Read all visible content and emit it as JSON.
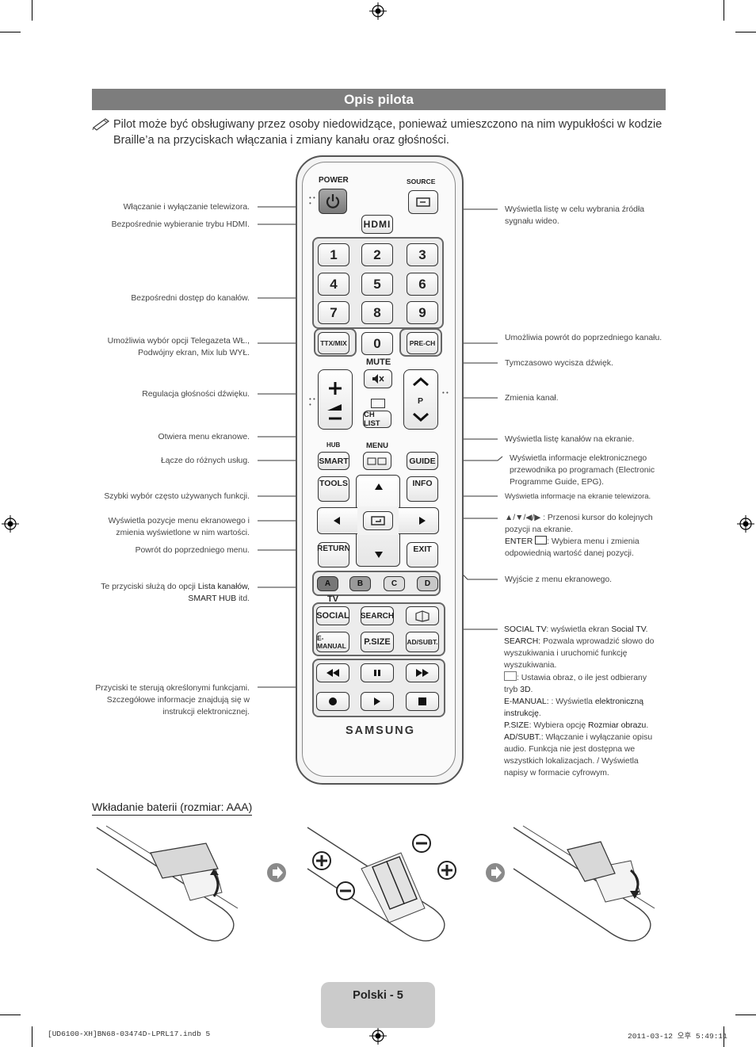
{
  "header": {
    "title": "Opis pilota"
  },
  "note": {
    "text": "Pilot może być obsługiwany przez osoby niedowidzące, ponieważ umieszczono na nim wypukłości w kodzie Braille’a na przyciskach włączania i zmiany kanału oraz głośności."
  },
  "remote": {
    "power_label": "POWER",
    "source_label": "SOURCE",
    "hdmi": "HDMI",
    "numbers": [
      "1",
      "2",
      "3",
      "4",
      "5",
      "6",
      "7",
      "8",
      "9"
    ],
    "zero": "0",
    "ttx": "TTX/MIX",
    "prech": "PRE-CH",
    "mute": "MUTE",
    "p": "P",
    "chlist": "CH LIST",
    "hub": "HUB",
    "menu": "MENU",
    "smart": "SMART",
    "guide": "GUIDE",
    "tools": "TOOLS",
    "info": "INFO",
    "return": "RETURN",
    "exit": "EXIT",
    "colors": [
      "A",
      "B",
      "C",
      "D"
    ],
    "tv": "TV",
    "social": "SOCIAL",
    "search": "SEARCH",
    "emanual": "E-MANUAL",
    "psize": "P.SIZE",
    "adsubt": "AD/SUBT.",
    "brand": "SAMSUNG"
  },
  "annotations_left": {
    "power": "Włączanie i wyłączanie telewizora.",
    "hdmi": "Bezpośrednie wybieranie trybu HDMI.",
    "numbers": "Bezpośredni dostęp do kanałów.",
    "ttx": "Umożliwia wybór opcji Telegazeta WŁ., Podwójny ekran, Mix lub WYŁ.",
    "volume": "Regulacja głośności dźwięku.",
    "menu": "Otwiera menu ekranowe.",
    "smart": "Łącze do różnych usług.",
    "tools": "Szybki wybór często używanych funkcji.",
    "arrows": "Wyświetla pozycje menu ekranowego i zmienia wyświetlone w nim wartości.",
    "return": "Powrót do poprzedniego menu.",
    "colors_pre": "Te przyciski służą do opcji",
    "colors_b1": "Lista kanałów,",
    "colors_b2": "SMART HUB",
    "colors_post": "itd.",
    "media": "Przyciski te sterują określonymi funkcjami. Szczegółowe informacje znajdują się w instrukcji elektronicznej."
  },
  "annotations_right": {
    "source": "Wyświetla listę w celu wybrania źródła sygnału wideo.",
    "prech": "Umożliwia powrót do poprzedniego kanału.",
    "mute": "Tymczasowo wycisza dźwięk.",
    "channel": "Zmienia kanał.",
    "chlist": "Wyświetla listę kanałów na ekranie.",
    "guide": "Wyświetla informacje elektronicznego przewodnika po programach (Electronic Programme Guide, EPG).",
    "info": "Wyświetla informacje na ekranie telewizora.",
    "arrows_a": "▲/▼/◀/▶ : Przenosi kursor do kolejnych pozycji na ekranie.",
    "arrows_enter_key": "ENTER",
    "arrows_b": ": Wybiera menu i zmienia odpowiednią wartość danej pozycji.",
    "exit": "Wyjście z menu ekranowego.",
    "social_key": "SOCIAL TV",
    "social_txt": ": wyświetla ekran",
    "social_val": "Social TV",
    "search_key": "SEARCH:",
    "search_txt": "Pozwala wprowadzić słowo do wyszukiwania i uruchomić funkcję wyszukiwania.",
    "threed_txt": ": Ustawia obraz, o ile jest odbierany tryb",
    "threed_val": "3D",
    "emanual_key": "E-MANUAL:",
    "emanual_txt": ": Wyświetla",
    "emanual_val": "elektroniczną instrukcję",
    "psize_key": "P.SIZE",
    "psize_txt": ": Wybiera opcję",
    "psize_val": "Rozmiar obrazu",
    "adsubt_key": "AD/SUBT.:",
    "adsubt_txt": "Włączanie i wyłączanie opisu audio. Funkcja nie jest dostępna we wszystkich lokalizacjach. / Wyświetla napisy w formacie cyfrowym."
  },
  "battery": {
    "title": "Wkładanie baterii (rozmiar: AAA)"
  },
  "footer": {
    "page": "Polski - 5",
    "file": "[UD6100-XH]BN68-03474D-LPRL17.indb   5",
    "date": "2011-03-12   오후 5:49:11"
  },
  "colors": {
    "title_bar": "#7d7d7d",
    "page_tab": "#cbcbcb",
    "color_a": "#777777"
  }
}
